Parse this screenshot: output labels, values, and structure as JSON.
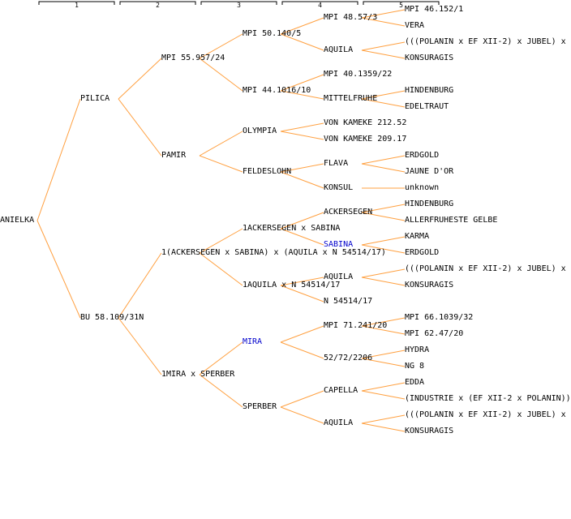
{
  "colors": {
    "edge": "#ffa040",
    "header": "#000000",
    "text": "#000000",
    "highlight": "#0000cc"
  },
  "generations": [
    "1",
    "2",
    "3",
    "4",
    "5"
  ],
  "tree": {
    "label": "ANIELKA",
    "children": [
      {
        "label": "PILICA",
        "children": [
          {
            "label": "MPI 55.957/24",
            "children": [
              {
                "label": "MPI 50.140/5",
                "children": [
                  {
                    "label": "MPI 48.57/3",
                    "children": [
                      {
                        "label": "MPI 46.152/1"
                      },
                      {
                        "label": "VERA"
                      }
                    ]
                  },
                  {
                    "label": "AQUILA",
                    "children": [
                      {
                        "label": "(((POLANIN x EF XII-2) x JUBEL) x"
                      },
                      {
                        "label": "KONSURAGIS"
                      }
                    ]
                  }
                ]
              },
              {
                "label": "MPI 44.1016/10",
                "children": [
                  {
                    "label": "MPI 40.1359/22"
                  },
                  {
                    "label": "MITTELFRUHE",
                    "children": [
                      {
                        "label": "HINDENBURG"
                      },
                      {
                        "label": "EDELTRAUT"
                      }
                    ]
                  }
                ]
              }
            ]
          },
          {
            "label": "PAMIR",
            "children": [
              {
                "label": "OLYMPIA",
                "children": [
                  {
                    "label": "VON KAMEKE 212.52"
                  },
                  {
                    "label": "VON KAMEKE 209.17"
                  }
                ]
              },
              {
                "label": "FELDESLOHN",
                "children": [
                  {
                    "label": "FLAVA",
                    "children": [
                      {
                        "label": "ERDGOLD"
                      },
                      {
                        "label": "JAUNE D'OR"
                      }
                    ]
                  },
                  {
                    "label": "KONSUL",
                    "children": [
                      {
                        "label": "unknown"
                      }
                    ]
                  }
                ]
              }
            ]
          }
        ]
      },
      {
        "label": "BU 58.109/31N",
        "children": [
          {
            "label": "1(ACKERSEGEN x SABINA) x (AQUILA x N 54514/17)",
            "children": [
              {
                "label": "1ACKERSEGEN x SABINA",
                "children": [
                  {
                    "label": "ACKERSEGEN",
                    "children": [
                      {
                        "label": "HINDENBURG"
                      },
                      {
                        "label": "ALLERFRUHESTE GELBE"
                      }
                    ]
                  },
                  {
                    "label": "SABINA",
                    "highlight": true,
                    "children": [
                      {
                        "label": "KARMA"
                      },
                      {
                        "label": "ERDGOLD"
                      }
                    ]
                  }
                ]
              },
              {
                "label": "1AQUILA x N 54514/17",
                "children": [
                  {
                    "label": "AQUILA",
                    "children": [
                      {
                        "label": "(((POLANIN x EF XII-2) x JUBEL) x"
                      },
                      {
                        "label": "KONSURAGIS"
                      }
                    ]
                  },
                  {
                    "label": "N 54514/17"
                  }
                ]
              }
            ]
          },
          {
            "label": "1MIRA x SPERBER",
            "children": [
              {
                "label": "MIRA",
                "highlight": true,
                "children": [
                  {
                    "label": "MPI 71.241/20",
                    "children": [
                      {
                        "label": "MPI 66.1039/32"
                      },
                      {
                        "label": "MPI 62.47/20"
                      }
                    ]
                  },
                  {
                    "label": "52/72/2206",
                    "children": [
                      {
                        "label": "HYDRA"
                      },
                      {
                        "label": "NG 8"
                      }
                    ]
                  }
                ]
              },
              {
                "label": "SPERBER",
                "children": [
                  {
                    "label": "CAPELLA",
                    "children": [
                      {
                        "label": "EDDA"
                      },
                      {
                        "label": "(INDUSTRIE x (EF XII-2 x POLANIN))"
                      }
                    ]
                  },
                  {
                    "label": "AQUILA",
                    "children": [
                      {
                        "label": "(((POLANIN x EF XII-2) x JUBEL) x"
                      },
                      {
                        "label": "KONSURAGIS"
                      }
                    ]
                  }
                ]
              }
            ]
          }
        ]
      }
    ]
  }
}
